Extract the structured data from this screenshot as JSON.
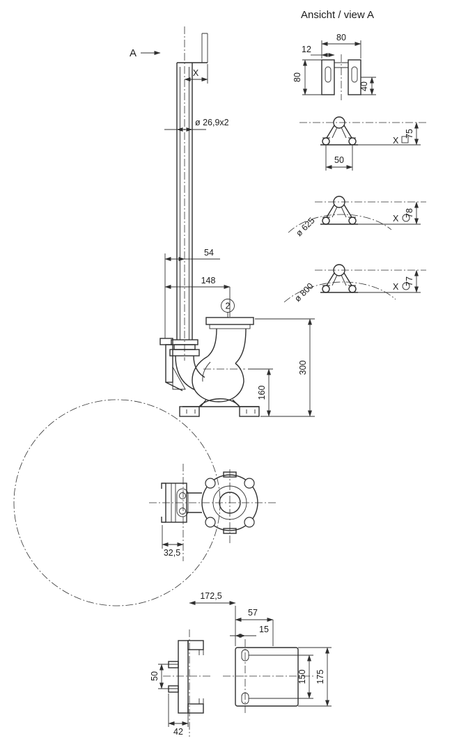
{
  "drawing": {
    "view_label": "Ansicht / view A",
    "section_marker": "A",
    "ink_color": "#2f2f2f",
    "background_color": "#ffffff"
  },
  "side_view": {
    "dim_x": "X",
    "pipe_size": "ø 26,9x2",
    "dim_54": "54",
    "dim_148": "148",
    "item_balloon": "2",
    "dim_300": "300",
    "dim_160": "160"
  },
  "plan_view": {
    "dim_32_5": "32,5"
  },
  "bottom_detail": {
    "dim_172_5": "172,5",
    "dim_57": "57",
    "dim_15": "15",
    "dim_50": "50",
    "dim_150": "150",
    "dim_175": "175",
    "dim_42": "42"
  },
  "view_a": {
    "bracket": {
      "dim_width_80": "80",
      "dim_12": "12",
      "dim_height_80": "80",
      "dim_40": "40"
    },
    "clamp_square": {
      "dim_75": "75",
      "x_label": "X",
      "dim_50": "50"
    },
    "clamp_625": {
      "dim_78": "78",
      "x_label": "X",
      "pitch_circle": "ø 625"
    },
    "clamp_800": {
      "dim_77": "77",
      "x_label": "X",
      "pitch_circle": "ø 800"
    }
  }
}
